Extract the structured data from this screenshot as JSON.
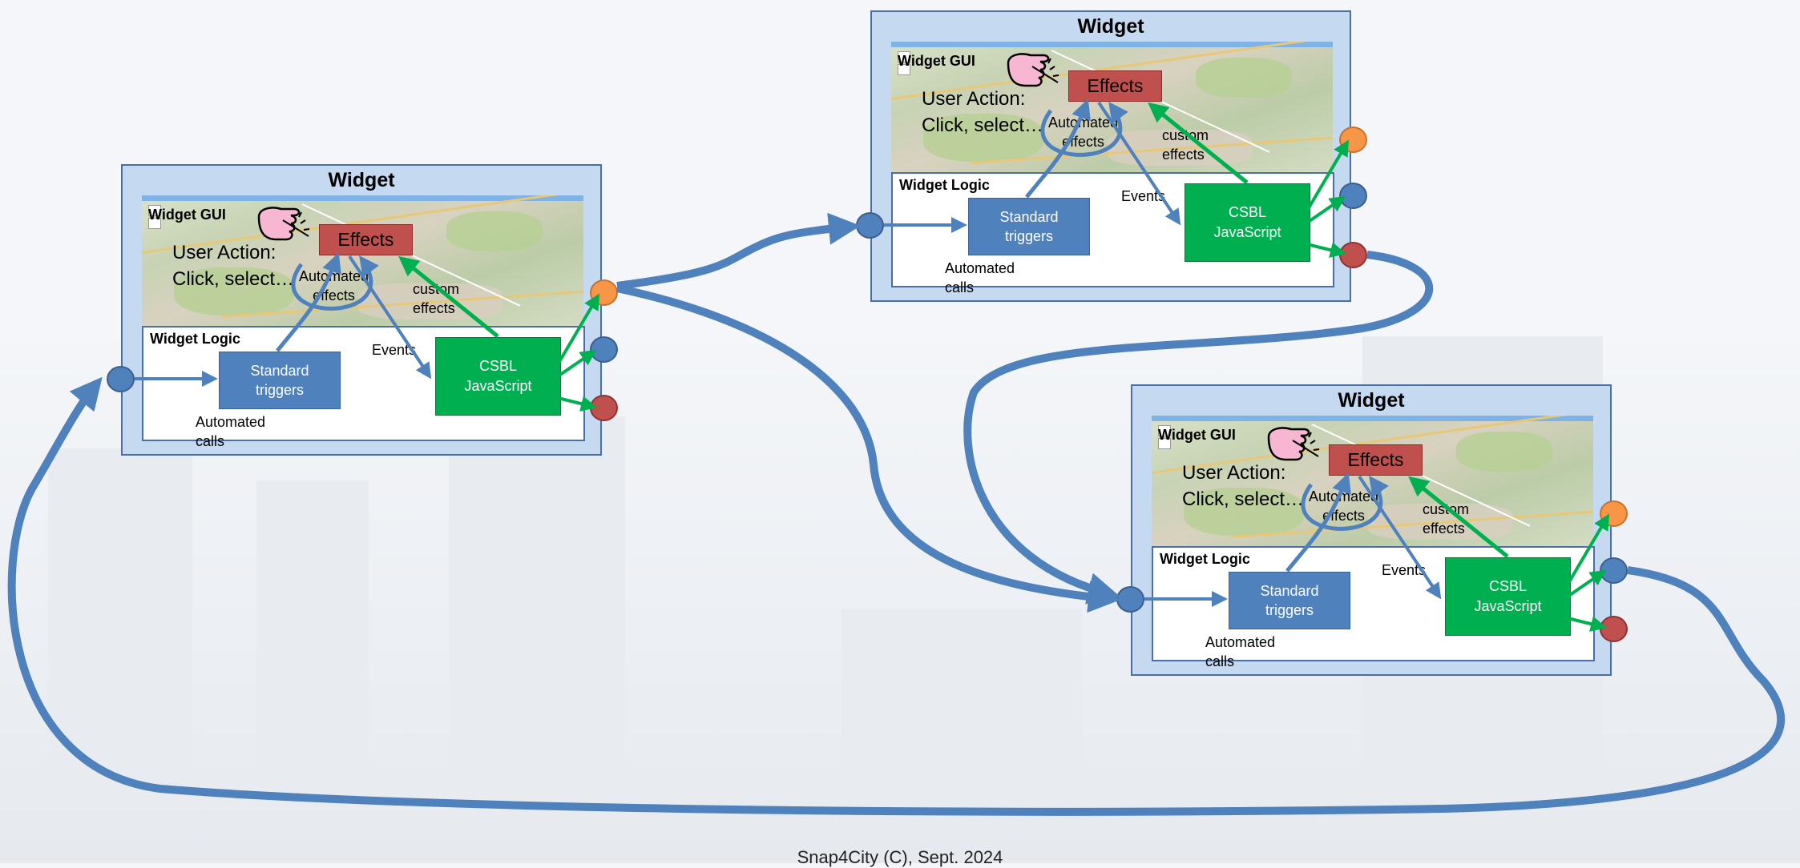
{
  "widgets": [
    {
      "title": "Widget",
      "gui_label": "Widget GUI",
      "user_action": "User Action:\nClick, select…",
      "effects_label": "Effects",
      "automated_effects": "Automated\neffects",
      "custom_effects": "custom\neffects",
      "logic_label": "Widget Logic",
      "standard_triggers": "Standard\ntriggers",
      "automated_calls": "Automated\ncalls",
      "events_label": "Events",
      "csbl_label": "CSBL\nJavaScript"
    },
    {
      "title": "Widget",
      "gui_label": "Widget GUI",
      "user_action": "User Action:\nClick, select…",
      "effects_label": "Effects",
      "automated_effects": "Automated\neffects",
      "custom_effects": "custom\neffects",
      "logic_label": "Widget Logic",
      "standard_triggers": "Standard\ntriggers",
      "automated_calls": "Automated\ncalls",
      "events_label": "Events",
      "csbl_label": "CSBL\nJavaScript"
    },
    {
      "title": "Widget",
      "gui_label": "Widget GUI",
      "user_action": "User Action:\nClick, select…",
      "effects_label": "Effects",
      "automated_effects": "Automated\neffects",
      "custom_effects": "custom\neffects",
      "logic_label": "Widget Logic",
      "standard_triggers": "Standard\ntriggers",
      "automated_calls": "Automated\ncalls",
      "events_label": "Events",
      "csbl_label": "CSBL\nJavaScript"
    }
  ],
  "footer": "Snap4City (C), Sept. 2024",
  "colors": {
    "widget_fill": "#c5d9f1",
    "effects": "#c0504d",
    "csbl": "#00b050",
    "triggers": "#4f81bd",
    "connector": "#4f81bd",
    "custom_arrow": "#00b050",
    "port_orange": "#f79646",
    "port_blue": "#4f81bd",
    "port_red": "#c0504d"
  },
  "icons": {
    "user_action": "pointing-hand-icon"
  }
}
